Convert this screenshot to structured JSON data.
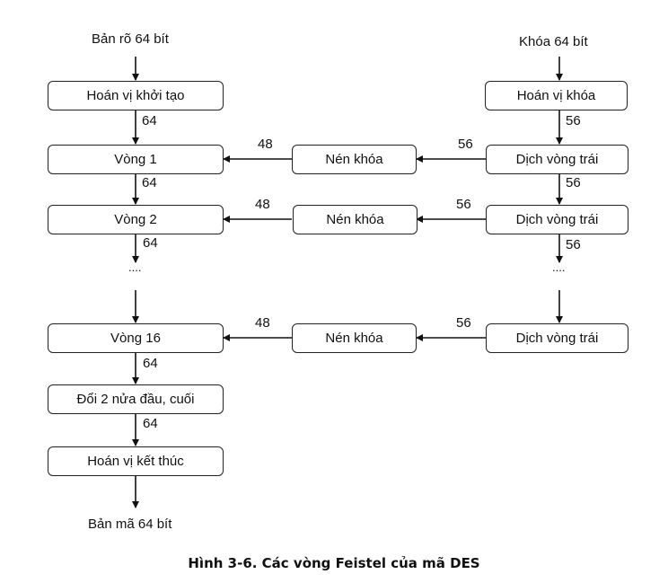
{
  "diagram": {
    "inputs": {
      "plaintext": "Bản rõ 64 bít",
      "key": "Khóa 64 bít"
    },
    "output": "Bản mã 64 bít",
    "left_column": {
      "initial_permutation": "Hoán vị khởi tạo",
      "round_1": "Vòng 1",
      "round_2": "Vòng 2",
      "ellipsis": "....",
      "round_16": "Vòng 16",
      "swap": "Đổi 2 nửa đầu, cuối",
      "final_permutation": "Hoán vị kết thúc"
    },
    "middle_column": {
      "compress_1": "Nén khóa",
      "compress_2": "Nén khóa",
      "compress_16": "Nén khóa"
    },
    "right_column": {
      "key_permutation": "Hoán vị khóa",
      "shift_1": "Dịch vòng trái",
      "shift_2": "Dịch vòng trái",
      "ellipsis": "....",
      "shift_16": "Dịch vòng trái"
    },
    "edge_labels": {
      "left_64_a": "64",
      "left_64_b": "64",
      "left_64_c": "64",
      "left_64_d": "64",
      "left_64_e": "64",
      "right_56_a": "56",
      "right_56_b": "56",
      "right_56_c": "56",
      "shift_to_compress_1": "56",
      "shift_to_compress_2": "56",
      "shift_to_compress_16": "56",
      "compress_to_round_1": "48",
      "compress_to_round_2": "48",
      "compress_to_round_16": "48"
    }
  },
  "caption": "Hình  3-6. Các vòng Feistel của mã DES"
}
